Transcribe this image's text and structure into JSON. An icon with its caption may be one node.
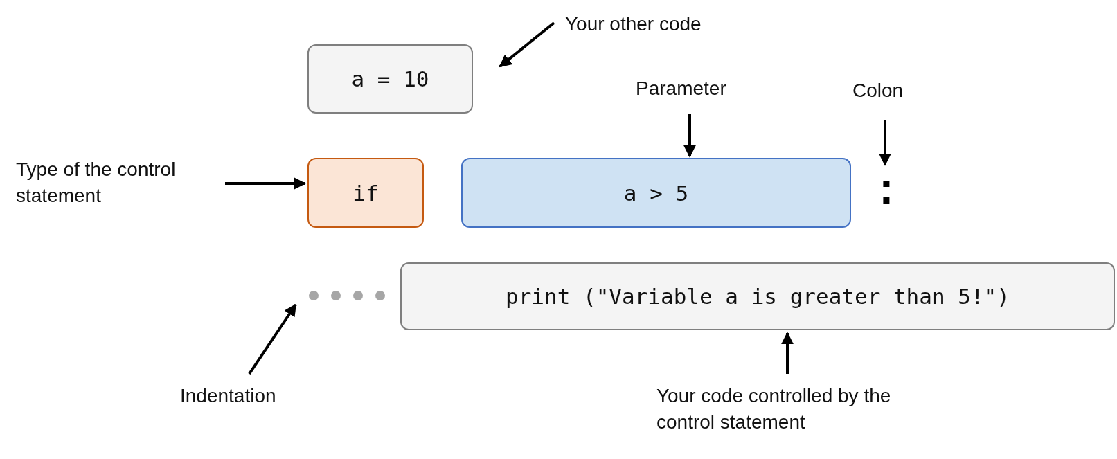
{
  "diagram": {
    "nodes": [
      {
        "text": [
          "Your other code"
        ]
      },
      {
        "text": [
          "a = 10"
        ]
      },
      {
        "text": [
          "Parameter"
        ]
      },
      {
        "text": [
          "Colon"
        ]
      },
      {
        "text": [
          "Type of the control statement"
        ]
      },
      {
        "text": [
          "if"
        ]
      },
      {
        "text": [
          "a > 5"
        ]
      },
      {
        "text": [
          ":"
        ]
      },
      {
        "text": [],
        "shape": "dots"
      },
      {
        "text": [
          "print (\"Variable a is greater than 5!\")"
        ]
      },
      {
        "text": [
          "Indentation"
        ]
      },
      {
        "text": [
          "Your code controlled by the control statement"
        ]
      }
    ],
    "edges": [
      {
        "from": 0,
        "to": 1,
        "arrow": "to"
      },
      {
        "from": 2,
        "to": 6,
        "arrow": "to"
      },
      {
        "from": 3,
        "to": 7,
        "arrow": "to"
      },
      {
        "from": 4,
        "to": 5,
        "arrow": "to"
      },
      {
        "from": 10,
        "to": 8,
        "arrow": "to"
      },
      {
        "from": 11,
        "to": 9,
        "arrow": "to"
      }
    ]
  }
}
